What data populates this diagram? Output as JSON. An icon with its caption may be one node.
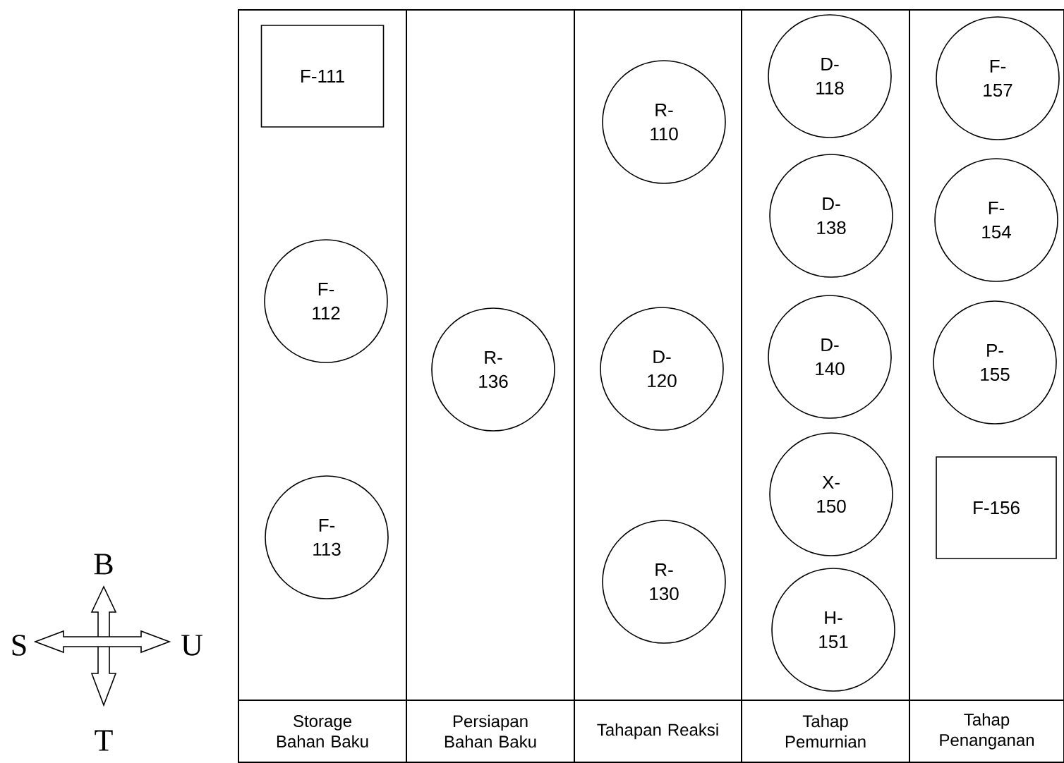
{
  "diagram": {
    "nodes": [
      {
        "text": [
          "Storage Bahan Baku"
        ]
      },
      {
        "text": [
          "F-111"
        ],
        "in": 0
      },
      {
        "text": [
          "F- 112"
        ],
        "in": 0
      },
      {
        "text": [
          "F- 113"
        ],
        "in": 0
      },
      {
        "text": [
          "Persiapan Bahan Baku"
        ]
      },
      {
        "text": [
          "R- 136"
        ],
        "in": 4
      },
      {
        "text": [
          "Tahapan Reaksi"
        ]
      },
      {
        "text": [
          "R- 110"
        ],
        "in": 6
      },
      {
        "text": [
          "D- 120"
        ],
        "in": 6
      },
      {
        "text": [
          "R- 130"
        ],
        "in": 6
      },
      {
        "text": [
          "Tahap Pemurnian"
        ]
      },
      {
        "text": [
          "D- 118"
        ],
        "in": 10
      },
      {
        "text": [
          "D- 138"
        ],
        "in": 10
      },
      {
        "text": [
          "D- 140"
        ],
        "in": 10
      },
      {
        "text": [
          "X- 150"
        ],
        "in": 10
      },
      {
        "text": [
          "H- 151"
        ],
        "in": 10
      },
      {
        "text": [
          "Tahap Penanganan"
        ]
      },
      {
        "text": [
          "F- 157"
        ],
        "in": 16
      },
      {
        "text": [
          "F- 154"
        ],
        "in": 16
      },
      {
        "text": [
          "P- 155"
        ],
        "in": 16
      },
      {
        "text": [
          "F-156"
        ],
        "in": 16
      }
    ],
    "labels": [
      "B",
      "S",
      "U",
      "T"
    ]
  }
}
